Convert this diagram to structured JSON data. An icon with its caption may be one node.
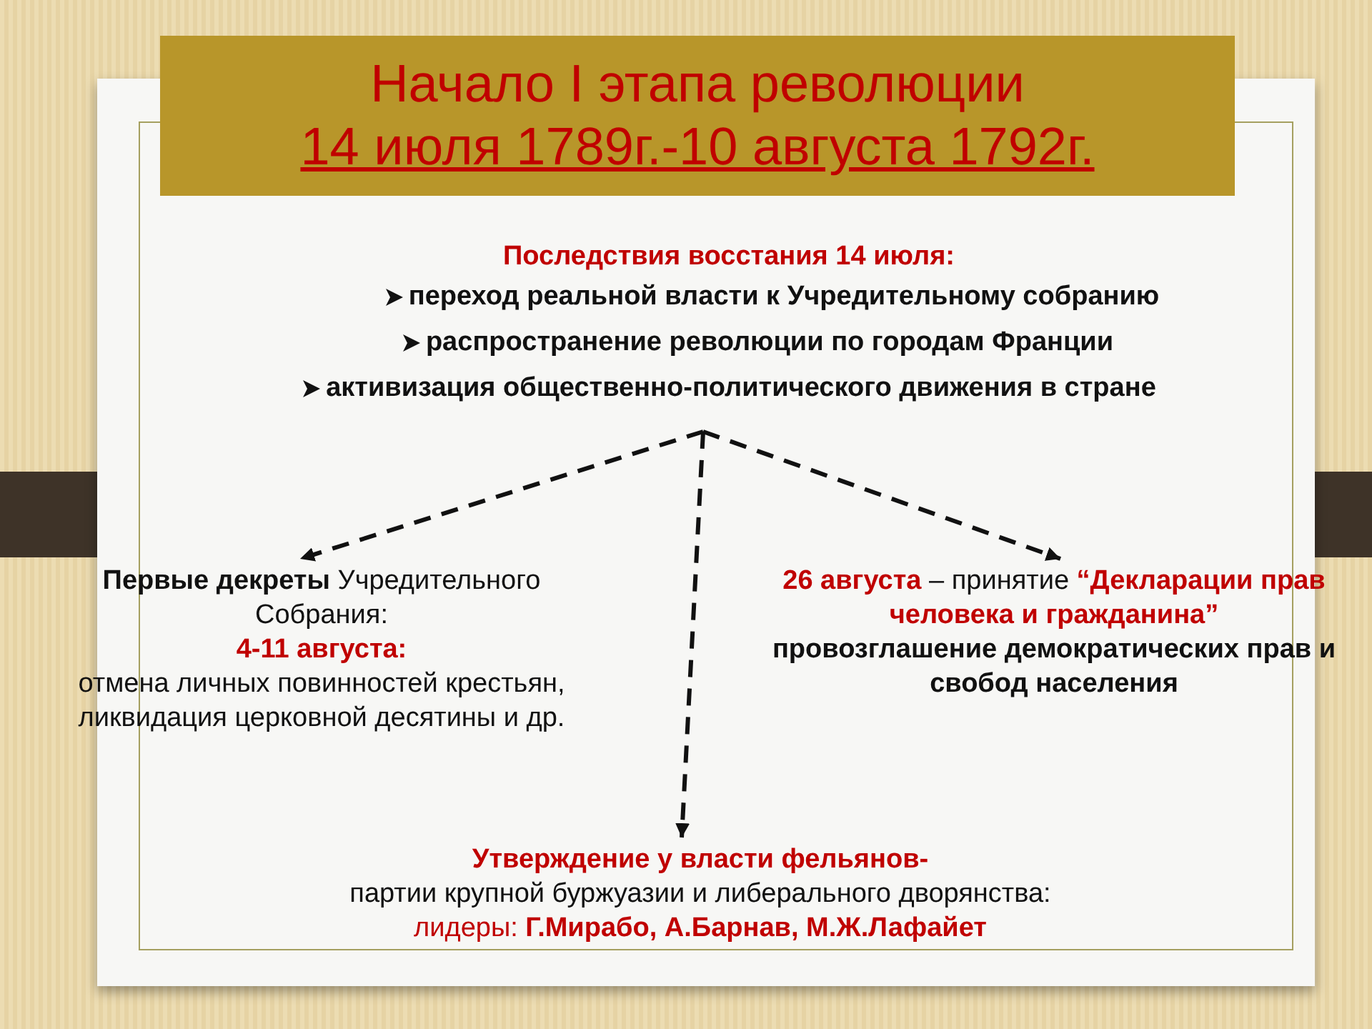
{
  "diagram": {
    "title": "Начало I этапа революции",
    "nodes": [
      {
        "text": [
          "Последствия восстания 14 июля:",
          "переход реальной власти к Учредительному собранию",
          "распространение революции по городам Франции",
          "активизация общественно-политического движения в стране"
        ]
      },
      {
        "text": [
          "**Первые декреты** Учредительного Собрания:",
          "4-11 августа:",
          "отмена личных повинностей крестьян, ликвидация церковной десятины и др."
        ]
      },
      {
        "text": [
          "**26 августа** – принятие **“Декларации прав человека и гражданина”**",
          "провозглашение  демократических прав и свобод населения"
        ]
      },
      {
        "text": [
          "Утверждение у власти фельянов-",
          "партии крупной буржуазии и либерального дворянства:",
          "лидеры: **Г.Мирабо, А.Барнав, М.Ж.Лафайет**"
        ]
      }
    ],
    "edges": [
      {
        "from": 0,
        "to": 1,
        "arrow": "to",
        "style": "dashed"
      },
      {
        "from": 0,
        "to": 3,
        "arrow": "to",
        "style": "dashed"
      },
      {
        "from": 0,
        "to": 2,
        "arrow": "to",
        "style": "dashed"
      }
    ],
    "labels": [
      "14 июля 1789г.-10 августа 1792г."
    ]
  }
}
